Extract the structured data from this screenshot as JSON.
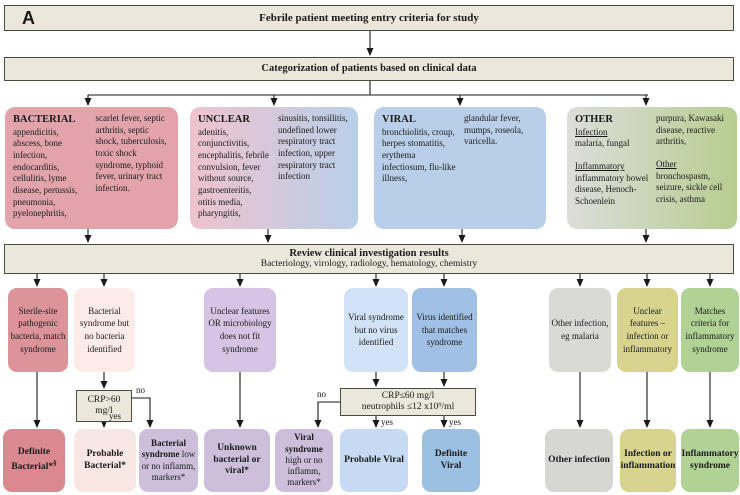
{
  "panel": {
    "label": "A"
  },
  "header": {
    "title": "Febrile patient meeting entry criteria for study"
  },
  "categorization": {
    "title": "Categorization of patients based on clinical data"
  },
  "categories": {
    "bacterial": {
      "title": "BACTERIAL",
      "col1": "appendicitis, abscess, bone infection, endocarditis, cellulitis, lyme disease, pertussis, pneumonia, pyelonephritis,",
      "col2": "scarlet fever, septic arthritis, septic shock, tuberculosis, toxic shock syndrome, typhoid fever, urinary tract infection."
    },
    "unclear": {
      "title": "UNCLEAR",
      "col1": "adenitis, conjunctivitis, encephalitis, febrile convulsion, fever without source, gastroenteritis, otitis media, pharyngitis,",
      "col2": "sinusitis, tonsillitis, undefined lower respiratory tract infection, upper respiratory tract infection"
    },
    "viral": {
      "title": "VIRAL",
      "col1": "bronchiolitis, croup, herpes stomatitis, erythema infectiosum, flu-like illness,",
      "col2": "glandular fever, mumps, roseola, varicella."
    },
    "other": {
      "title": "OTHER",
      "infection_heading": "Infection",
      "infection_text": "malaria, fungal",
      "inflammatory_heading": "Inflammatory",
      "inflammatory_text": "inflammatory bowel disease, Henoch-Schoenlein",
      "col2_top": "purpura, Kawasaki disease, reactive arthritis,",
      "other_heading": "Other",
      "other_text": "bronchospasm, seizure, sickle cell crisis, asthma"
    }
  },
  "review": {
    "title": "Review clinical investigation results",
    "subtitle": "Bacteriology, virology, radiology, hematology, chemistry"
  },
  "intermediate": {
    "sterile_site": "Sterile-site pathogenic bacteria, match syndrome",
    "bacterial_no_bacteria": "Bacterial syndrome but no bacteria identified",
    "unclear_features": "Unclear features OR microbiology does not fit syndrome",
    "viral_no_virus": "Viral syndrome but no virus identified",
    "virus_matches": "Virus identified that matches syndrome",
    "other_infection": "Other infection, eg malaria",
    "unclear_infection_inflammatory": "Unclear features – infection or inflammatory",
    "matches_inflammatory": "Matches criteria for inflammatory syndrome"
  },
  "decisions": {
    "crp_high": {
      "text": "CRP>60 mg/l",
      "yes": "yes",
      "no": "no"
    },
    "crp_low": {
      "line1": "CRP≤60 mg/l",
      "line2": "neutrophils ≤12 x10⁹/ml",
      "yes1": "yes",
      "yes2": "yes",
      "no": "no"
    }
  },
  "outcomes": {
    "definite_bacterial": {
      "bold": "Definite Bacterial*",
      "sup": "§"
    },
    "probable_bacterial": {
      "bold": "Probable Bacterial*"
    },
    "bacterial_low_inflamm": {
      "bold": "Bacterial syndrome",
      "normal": "low or no inflamm, markers*"
    },
    "unknown": {
      "bold": "Unknown bacterial or viral*"
    },
    "viral_high_inflamm": {
      "bold": "Viral syndrome",
      "normal": "high or no inflamm, markers*"
    },
    "probable_viral": {
      "bold": "Probable Viral"
    },
    "definite_viral": {
      "bold": "Definite Viral"
    },
    "other_infection": {
      "bold": "Other infection"
    },
    "infection_or_inflammation": {
      "bold": "Infection or inflammation"
    },
    "inflammatory_syndrome": {
      "bold": "Inflammatory syndrome"
    }
  },
  "colors": {
    "bar_beige": "#ebe8db",
    "bar_border": "#4a4a40",
    "bacterial_rose": "#e2a4aa",
    "rose_dark": "#dc9399",
    "rose_darker": "#d9898f",
    "pink_pale": "#fdebe9",
    "viral_blue": "#b9cfe9",
    "blue_pale": "#d2e3f8",
    "blue_medium": "#a0c1e5",
    "purple": "#d6c4e4",
    "purple_outcome": "#cdbfdc",
    "gray": "#d9d9d6",
    "olive": "#d8d490",
    "green": "#b0d295"
  }
}
